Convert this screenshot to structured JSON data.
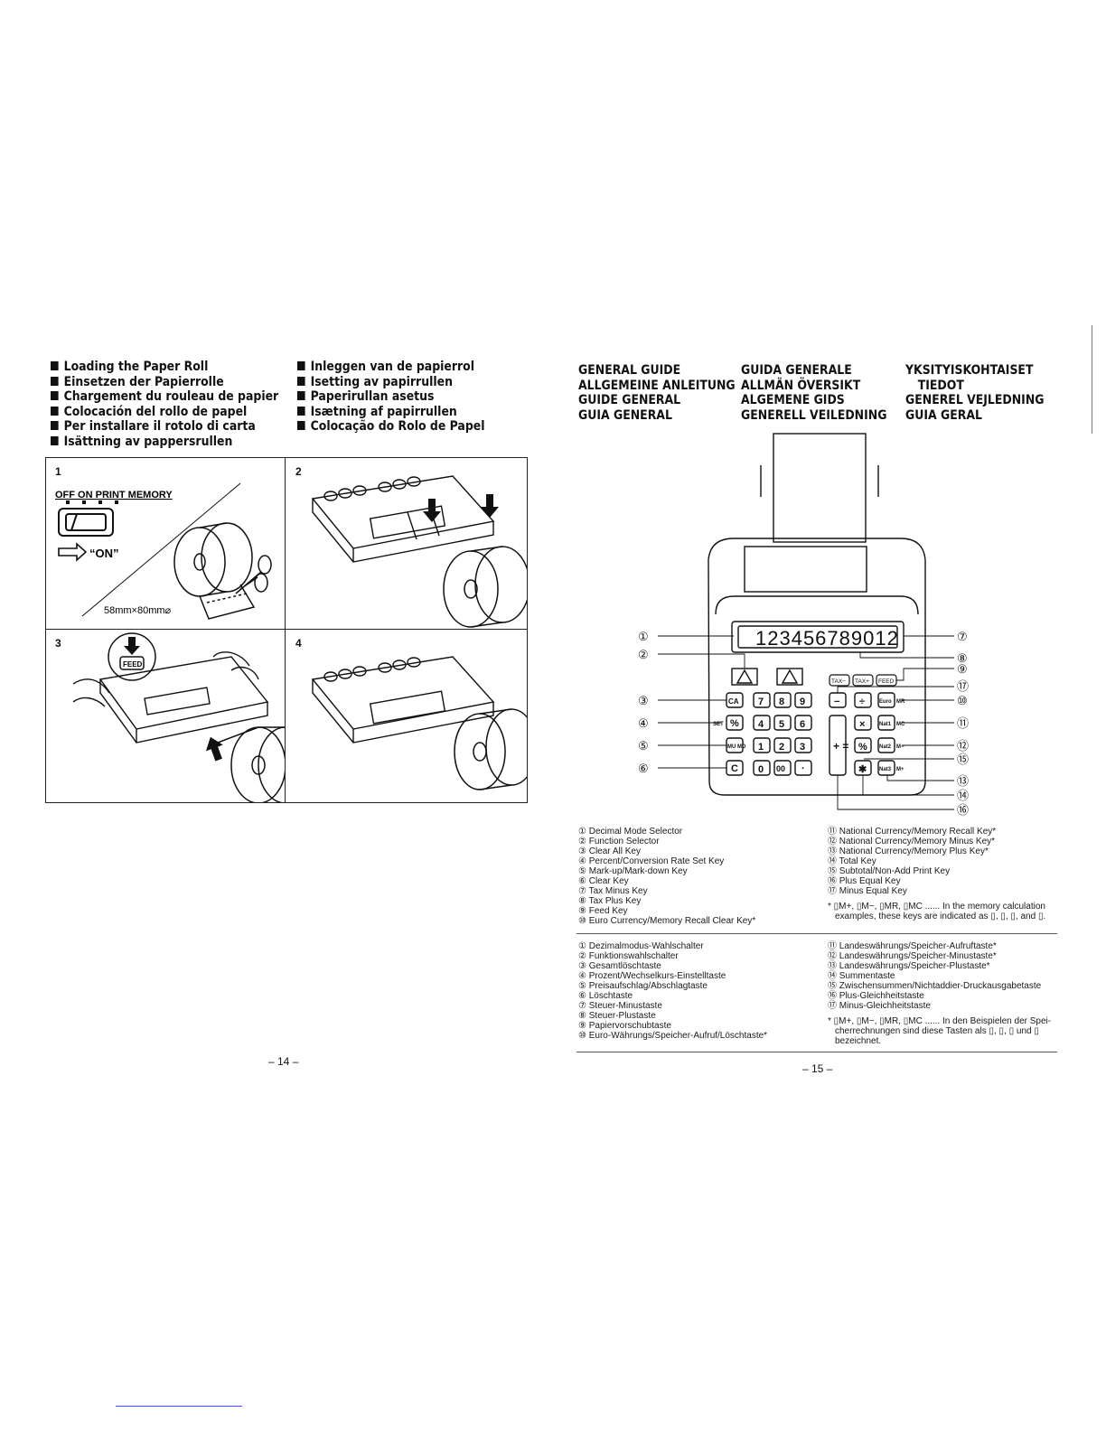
{
  "left_page": {
    "headings_col1": [
      "Loading the Paper Roll",
      "Einsetzen der Papierrolle",
      "Chargement du rouleau de papier",
      "Colocación del rollo de papel",
      "Per installare il rotolo di carta",
      "Isättning av pappersrullen"
    ],
    "headings_col2": [
      "Inleggen van de papierrol",
      "Isetting av papirrullen",
      "Paperirullan asetus",
      "Isætning af papirrullen",
      "Colocação do Rolo de Papel"
    ],
    "steps": [
      {
        "number": "1",
        "switch_label": "OFF ON PRINT MEMORY",
        "on_label": "“ON”",
        "roll_size": "58mm×80mm⌀"
      },
      {
        "number": "2"
      },
      {
        "number": "3",
        "button_label": "FEED"
      },
      {
        "number": "4"
      }
    ],
    "page_number": "– 14 –"
  },
  "right_page": {
    "guide_col1": [
      "GENERAL GUIDE",
      "ALLGEMEINE ANLEITUNG",
      "GUIDE GENERAL",
      "GUIA GENERAL"
    ],
    "guide_col2": [
      "GUIDA GENERALE",
      "ALLMÄN ÖVERSIKT",
      "ALGEMENE GIDS",
      "GENERELL VEILEDNING"
    ],
    "guide_col3": [
      "YKSITYISKOHTAISET",
      "TIEDOT",
      "GENEREL VEJLEDNING",
      "GUIA GERAL"
    ],
    "calculator": {
      "display": "123456789012",
      "top_keys": [
        "TAX−",
        "TAX+",
        "FEED"
      ],
      "rows": [
        {
          "left": "CA",
          "digits": [
            "7",
            "8",
            "9"
          ],
          "op": "−",
          "op2": "÷",
          "right": "Euro",
          "mem": "MR"
        },
        {
          "left": "%",
          "left_prefix": "SET",
          "digits": [
            "4",
            "5",
            "6"
          ],
          "op2": "×",
          "right": "Nat1",
          "mem": "MC"
        },
        {
          "left": "MU MD",
          "digits": [
            "1",
            "2",
            "3"
          ],
          "op2": "%",
          "right": "Nat2",
          "mem": "M−"
        },
        {
          "left": "C",
          "digits": [
            "0",
            "00",
            "·"
          ],
          "op2": "✱",
          "right": "Nat3",
          "mem": "M+"
        }
      ],
      "plus_equal": "+ =",
      "callouts_left": [
        "①",
        "②",
        "③",
        "④",
        "⑤",
        "⑥"
      ],
      "callouts_right": [
        "⑦",
        "⑧",
        "⑨",
        "⑰",
        "⑩",
        "⑪",
        "⑫",
        "⑮",
        "⑬",
        "⑭",
        "⑯"
      ]
    },
    "legend_en_left": [
      "① Decimal Mode Selector",
      "② Function Selector",
      "③ Clear All Key",
      "④ Percent/Conversion Rate Set Key",
      "⑤ Mark-up/Mark-down Key",
      "⑥ Clear Key",
      "⑦ Tax Minus Key",
      "⑧ Tax Plus Key",
      "⑨ Feed Key",
      "⑩ Euro Currency/Memory Recall Clear Key*"
    ],
    "legend_en_right": [
      "⑪ National Currency/Memory Recall Key*",
      "⑫ National Currency/Memory Minus Key*",
      "⑬ National Currency/Memory Plus Key*",
      "⑭ Total Key",
      "⑮ Subtotal/Non-Add Print Key",
      "⑯ Plus Equal Key",
      "⑰ Minus Equal Key"
    ],
    "note_en": [
      "* ▯M+, ▯M−, ▯MR, ▯MC ...... In the memory calculation",
      "examples, these keys are indicated as ▯, ▯, ▯, and ▯."
    ],
    "legend_de_left": [
      "① Dezimalmodus-Wahlschalter",
      "② Funktionswahlschalter",
      "③ Gesamtlöschtaste",
      "④ Prozent/Wechselkurs-Einstelltaste",
      "⑤ Preisaufschlag/Abschlagtaste",
      "⑥ Löschtaste",
      "⑦ Steuer-Minustaste",
      "⑧ Steuer-Plustaste",
      "⑨ Papiervorschubtaste",
      "⑩ Euro-Währungs/Speicher-Aufruf/Löschtaste*"
    ],
    "legend_de_right": [
      "⑪ Landeswährungs/Speicher-Aufruftaste*",
      "⑫ Landeswährungs/Speicher-Minustaste*",
      "⑬ Landeswährungs/Speicher-Plustaste*",
      "⑭ Summentaste",
      "⑮ Zwischensummen/Nichtaddier-Druckausgabetaste",
      "⑯ Plus-Gleichheitstaste",
      "⑰ Minus-Gleichheitstaste"
    ],
    "note_de": [
      "* ▯M+, ▯M−, ▯MR, ▯MC ...... In den Beispielen der Spei-",
      "cherrechnungen sind diese Tasten als ▯, ▯, ▯ und ▯",
      "bezeichnet."
    ],
    "page_number": "– 15 –"
  }
}
